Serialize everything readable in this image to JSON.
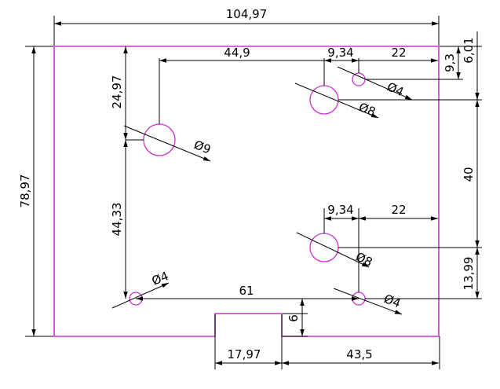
{
  "colors": {
    "part_outline": "#cc33cc",
    "dimension": "#000000",
    "background": "#ffffff"
  },
  "dimensions": {
    "overall_width": "104,97",
    "overall_height": "78,97",
    "top_hole_offset_x": "44,9",
    "top_hole_spacing": "9,34",
    "top_right_offset": "22",
    "small_hole_offset_y": "9,3",
    "top_edge_offset": "6,01",
    "left_hole_offset_y": "24,97",
    "left_hole_vertical": "44,33",
    "right_vertical_spacing": "40",
    "lower_hole_spacing": "9,34",
    "lower_right_offset": "22",
    "lower_vertical": "13,99",
    "bottom_hole_spacing": "61",
    "notch_depth": "6",
    "notch_width": "17,97",
    "notch_right_offset": "43,5"
  },
  "holes": {
    "large_left": "Ø9",
    "top_right_large": "Ø8",
    "top_right_small": "Ø4",
    "lower_right_large": "Ø8",
    "bottom_left_small": "Ø4",
    "bottom_right_small": "Ø4"
  }
}
